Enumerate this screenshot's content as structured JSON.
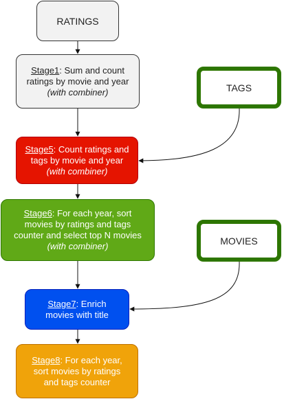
{
  "nodes": {
    "ratings": {
      "label": "RATINGS"
    },
    "stage1": {
      "stage": "Stage1",
      "lines": [
        ": Sum and count",
        "ratings by movie and year"
      ],
      "note": "(with combiner)"
    },
    "stage5": {
      "stage": "Stage5",
      "lines": [
        ": Count ratings and",
        "tags by movie and year"
      ],
      "note": "(with combiner)"
    },
    "stage6": {
      "stage": "Stage6",
      "lines": [
        ": For each year, sort",
        "movies by ratings and tags",
        "counter and select top N movies"
      ],
      "note": "(with combiner)"
    },
    "stage7": {
      "stage": "Stage7",
      "lines": [
        ": Enrich",
        "movies with title"
      ]
    },
    "stage8": {
      "stage": "Stage8",
      "lines": [
        ": For each year,",
        "sort movies by ratings",
        "and tags counter"
      ]
    },
    "tags": {
      "label": "TAGS"
    },
    "movies": {
      "label": "MOVIES"
    }
  },
  "colors": {
    "stage5": "#e51400",
    "stage6": "#60a917",
    "stage7": "#0050ef",
    "stage8": "#f0a30a",
    "input_border": "#2d7600"
  },
  "edges": [
    {
      "from": "ratings",
      "to": "stage1"
    },
    {
      "from": "stage1",
      "to": "stage5"
    },
    {
      "from": "tags",
      "to": "stage5"
    },
    {
      "from": "stage5",
      "to": "stage6"
    },
    {
      "from": "stage6",
      "to": "stage7"
    },
    {
      "from": "movies",
      "to": "stage7"
    },
    {
      "from": "stage7",
      "to": "stage8"
    }
  ]
}
